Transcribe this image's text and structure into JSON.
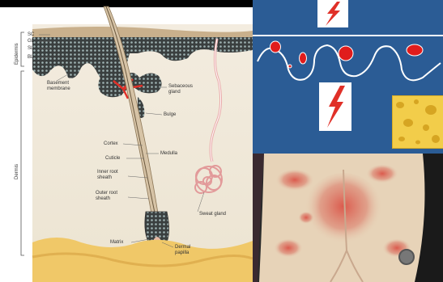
{
  "diagram": {
    "layer_labels": [
      "SC",
      "GL",
      "SL",
      "BL"
    ],
    "side_labels": {
      "epidermis": "Epidermis",
      "dermis": "Dermis"
    },
    "labels": {
      "basement_membrane": "Basement\nmembrane",
      "sebaceous_gland": "Sebaceous\ngland",
      "bulge": "Bulge",
      "cortex": "Cortex",
      "medulla": "Medulla",
      "cuticle": "Cuticle",
      "inner_root_sheath": "Inner root\nsheath",
      "outer_root_sheath": "Outer root\nsheath",
      "sweat_gland": "Sweat gland",
      "matrix": "Matrix",
      "dermal_papilla": "Dermal\npapilla"
    }
  },
  "colors": {
    "background_blue": "#1d4f8a",
    "lightning_red": "#e03028",
    "lesion_red": "#e01c1c",
    "cheese_yellow": "#f2cd4a",
    "skin_beige": "#e7d3b8"
  },
  "icons": [
    "lightning-bolt-icon",
    "cheese-icon"
  ]
}
